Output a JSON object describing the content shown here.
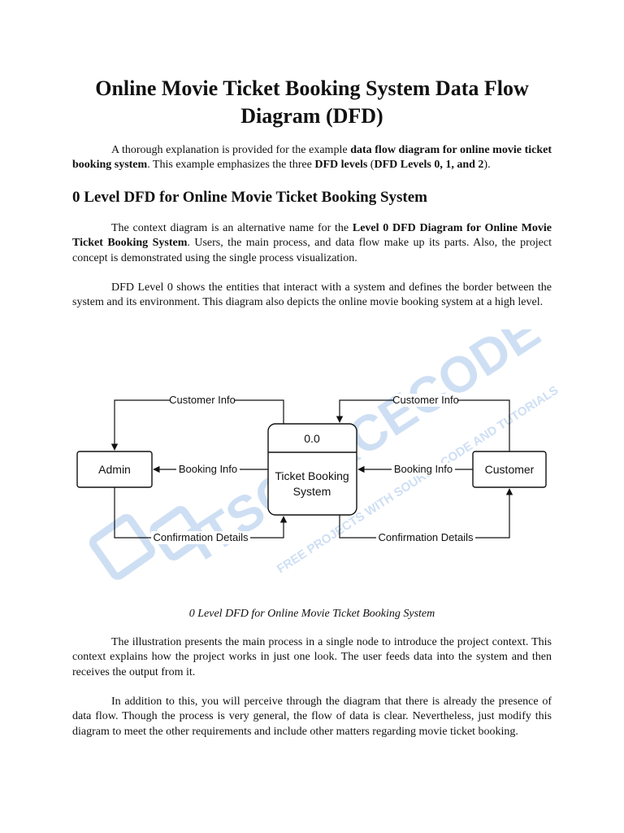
{
  "doc": {
    "title": "Online Movie Ticket Booking System Data Flow Diagram (DFD)",
    "intro": {
      "t1": "A thorough explanation is provided for the example ",
      "b1": "data flow diagram for online movie ticket booking system",
      "t2": ". This example emphasizes the three ",
      "b2": "DFD levels",
      "t3": " (",
      "b3": "DFD Levels 0, 1, and 2",
      "t4": ")."
    },
    "section_heading": "0 Level DFD for Online Movie Ticket Booking System",
    "para1": {
      "t1": "The context diagram is an alternative name for the ",
      "b1": "Level 0 DFD Diagram for Online Movie Ticket Booking System",
      "t2": ". Users, the main process, and data flow make up its parts. Also, the project concept is demonstrated using the single process visualization."
    },
    "para2": "DFD Level 0 shows the entities that interact with a system and defines the border between the system and its environment. This diagram also depicts the online movie booking system at a high level.",
    "caption": "0 Level DFD for Online Movie Ticket Booking System",
    "para3": "The illustration presents the main process in a single node to introduce the project context. This context explains how the project works in just one look. The user feeds data into the system and then receives the output from it.",
    "para4": "In addition to this, you will perceive through the diagram that there is already the presence of data flow. Though the process is very general, the flow of data is clear. Nevertheless, just modify this diagram to meet the other requirements and include other matters regarding movie ticket booking."
  },
  "diagram": {
    "process_id": "0.0",
    "process_name_line1": "Ticket Booking",
    "process_name_line2": "System",
    "entity_left": "Admin",
    "entity_right": "Customer",
    "flows": {
      "customer_info_left": "Customer Info",
      "customer_info_right": "Customer Info",
      "booking_info_left": "Booking Info",
      "booking_info_right": "Booking Info",
      "confirmation_left": "Confirmation Details",
      "confirmation_right": "Confirmation Details"
    },
    "line_color": "#111111"
  },
  "watermark": {
    "line1": "ITSOURCECODE",
    "line2": "FREE PROJECTS WITH SOURCE CODE AND TUTORIALS",
    "color": "#c9dcf3"
  }
}
